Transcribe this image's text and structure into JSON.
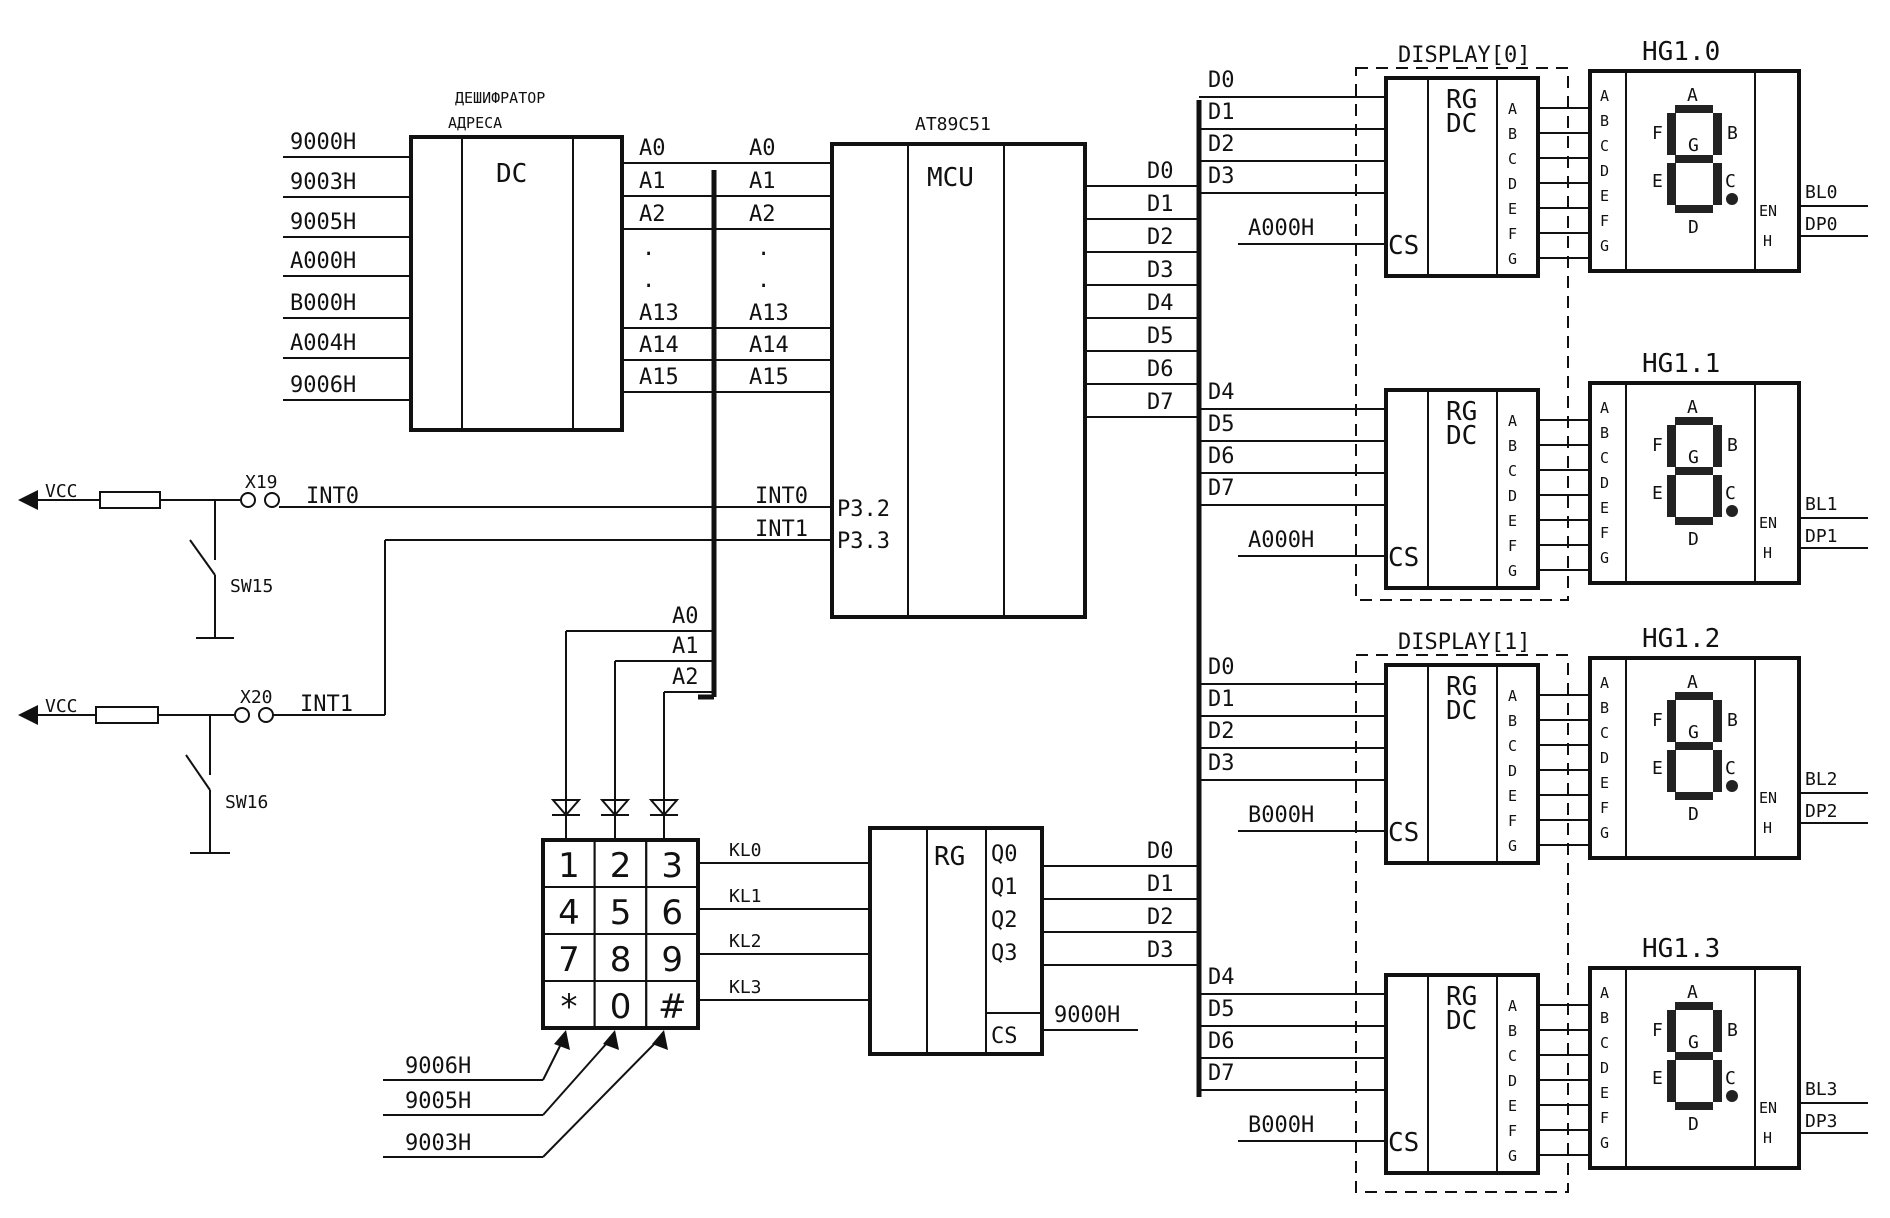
{
  "decoder": {
    "caption_line1": "ДЕШИФРАТОР",
    "caption_line2": "АДРЕСА",
    "title": "DC",
    "inputs": [
      "9000H",
      "9003H",
      "9005H",
      "A000H",
      "B000H",
      "A004H",
      "9006H"
    ],
    "outputs": [
      "A0",
      "A1",
      "A2",
      ".",
      ".",
      "A13",
      "A14",
      "A15"
    ]
  },
  "mcu": {
    "part": "AT89C51",
    "title": "MCU",
    "addr_pins": [
      "A0",
      "A1",
      "A2",
      ".",
      ".",
      "A13",
      "A14",
      "A15"
    ],
    "data_pins": [
      "D0",
      "D1",
      "D2",
      "D3",
      "D4",
      "D5",
      "D6",
      "D7"
    ],
    "int_labels": [
      "INT0",
      "INT1"
    ],
    "port_pins": [
      "P3.2",
      "P3.3"
    ]
  },
  "switches": [
    {
      "vcc": "VCC",
      "connector": "X19",
      "net": "INT0",
      "name": "SW15"
    },
    {
      "vcc": "VCC",
      "connector": "X20",
      "net": "INT1",
      "name": "SW16"
    }
  ],
  "keypad": {
    "addr_lines": [
      "A0",
      "A1",
      "A2"
    ],
    "keys": [
      "1",
      "2",
      "3",
      "4",
      "5",
      "6",
      "7",
      "8",
      "9",
      "*",
      "0",
      "#"
    ],
    "row_nets": [
      "KL0",
      "KL1",
      "KL2",
      "KL3"
    ],
    "select_lines": [
      "9006H",
      "9005H",
      "9003H"
    ]
  },
  "key_register": {
    "title": "RG",
    "outputs": [
      "Q0",
      "Q1",
      "Q2",
      "Q3"
    ],
    "cs": "CS",
    "cs_net": "9000H",
    "data": [
      "D0",
      "D1",
      "D2",
      "D3"
    ]
  },
  "display_groups": [
    "DISPLAY[0]",
    "DISPLAY[1]"
  ],
  "displays": [
    {
      "name": "HG1.0",
      "data": [
        "D0",
        "D1",
        "D2",
        "D3"
      ],
      "cs_net": "A000H",
      "bl": "BL0",
      "dp": "DP0"
    },
    {
      "name": "HG1.1",
      "data": [
        "D4",
        "D5",
        "D6",
        "D7"
      ],
      "cs_net": "A000H",
      "bl": "BL1",
      "dp": "DP1"
    },
    {
      "name": "HG1.2",
      "data": [
        "D0",
        "D1",
        "D2",
        "D3"
      ],
      "cs_net": "B000H",
      "bl": "BL2",
      "dp": "DP2"
    },
    {
      "name": "HG1.3",
      "data": [
        "D4",
        "D5",
        "D6",
        "D7"
      ],
      "cs_net": "B000H",
      "bl": "BL3",
      "dp": "DP3"
    }
  ],
  "display_labels": {
    "rg": "RG",
    "dc": "DC",
    "cs": "CS",
    "segments": [
      "A",
      "B",
      "C",
      "D",
      "E",
      "F",
      "G"
    ],
    "en": "EN",
    "h": "H"
  }
}
